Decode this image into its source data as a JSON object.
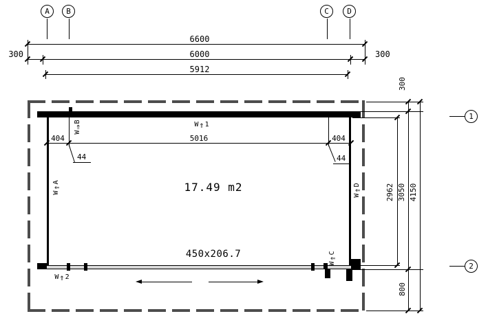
{
  "grid": {
    "columns": [
      "A",
      "B",
      "C",
      "D"
    ],
    "rows": [
      "1",
      "2"
    ]
  },
  "dims": {
    "top": {
      "overall": "6600",
      "frame": "6000",
      "wall": "5912",
      "left_overhang": "300",
      "right_overhang": "300"
    },
    "right": {
      "overhang_top": "300",
      "inner_height": "2962",
      "wall_height": "3050",
      "total_height": "4150",
      "overhang_bottom": "800"
    },
    "interior": {
      "left_offset": "404",
      "glazing_width": "5016",
      "right_offset": "404",
      "post_left": "44",
      "post_right": "44"
    }
  },
  "labels": {
    "area": "17.49 m2",
    "door_size": "450x206.7"
  },
  "windows": {
    "w1": {
      "p": "W",
      "s": "1"
    },
    "w2": {
      "p": "W",
      "s": "2"
    },
    "wa": {
      "p": "W",
      "s": "A"
    },
    "wb": {
      "p": "W",
      "s": "B"
    },
    "wc": {
      "p": "W",
      "s": "C"
    },
    "wd": {
      "p": "W",
      "s": "D"
    }
  },
  "icons": {
    "up_arrow": "⇑",
    "right_arrow": "⇒"
  }
}
